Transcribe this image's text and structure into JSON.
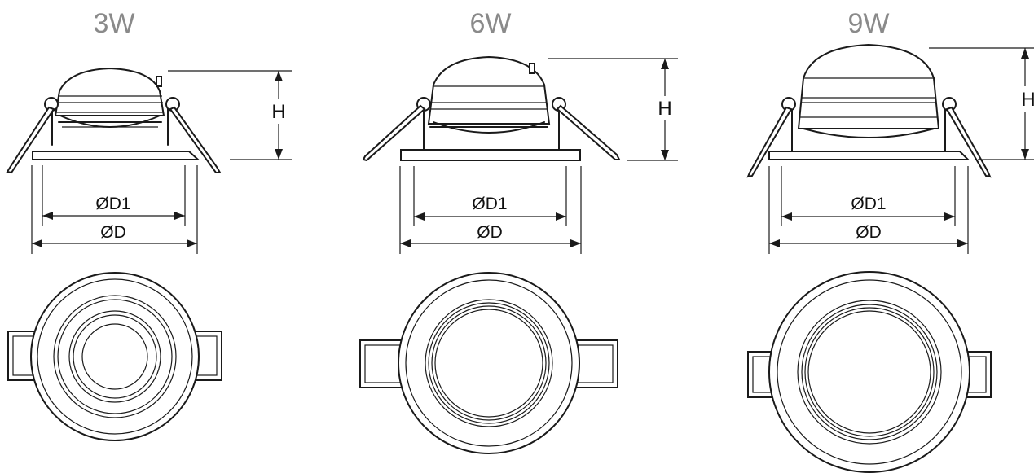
{
  "products": [
    {
      "title": "3W",
      "d1_label": "ØD1",
      "d_label": "ØD",
      "h_label": "H"
    },
    {
      "title": "6W",
      "d1_label": "ØD1",
      "d_label": "ØD",
      "h_label": "H"
    },
    {
      "title": "9W",
      "d1_label": "ØD1",
      "d_label": "ØD",
      "h_label": "H"
    }
  ],
  "colors": {
    "title": "#8a8a8a",
    "line": "#1a1a1a",
    "background": "#ffffff"
  }
}
